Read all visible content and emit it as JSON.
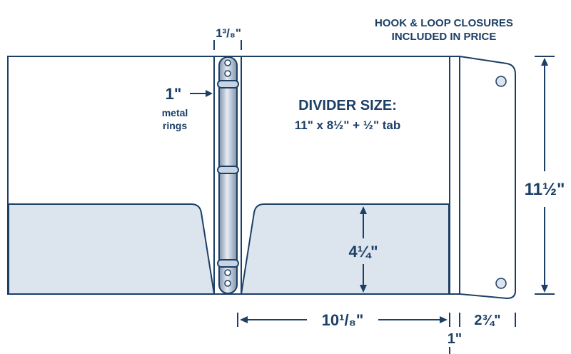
{
  "title_line1": "HOOK & LOOP CLOSURES",
  "title_line2": "INCLUDED IN PRICE",
  "spine_width": "1³/₈\"",
  "ring_size": "1\"",
  "ring_desc_1": "metal",
  "ring_desc_2": "rings",
  "divider_title": "DIVIDER SIZE:",
  "divider_dims": "11\" x 8½\" + ½\" tab",
  "pocket_height": "4¼\"",
  "panel_width": "10¹/₈\"",
  "gusset_width": "1\"",
  "flap_width": "2¾\"",
  "height": "11½\"",
  "colors": {
    "ink": "#1c3f66",
    "pocket": "#dce4ee",
    "panel": "#ffffff"
  }
}
